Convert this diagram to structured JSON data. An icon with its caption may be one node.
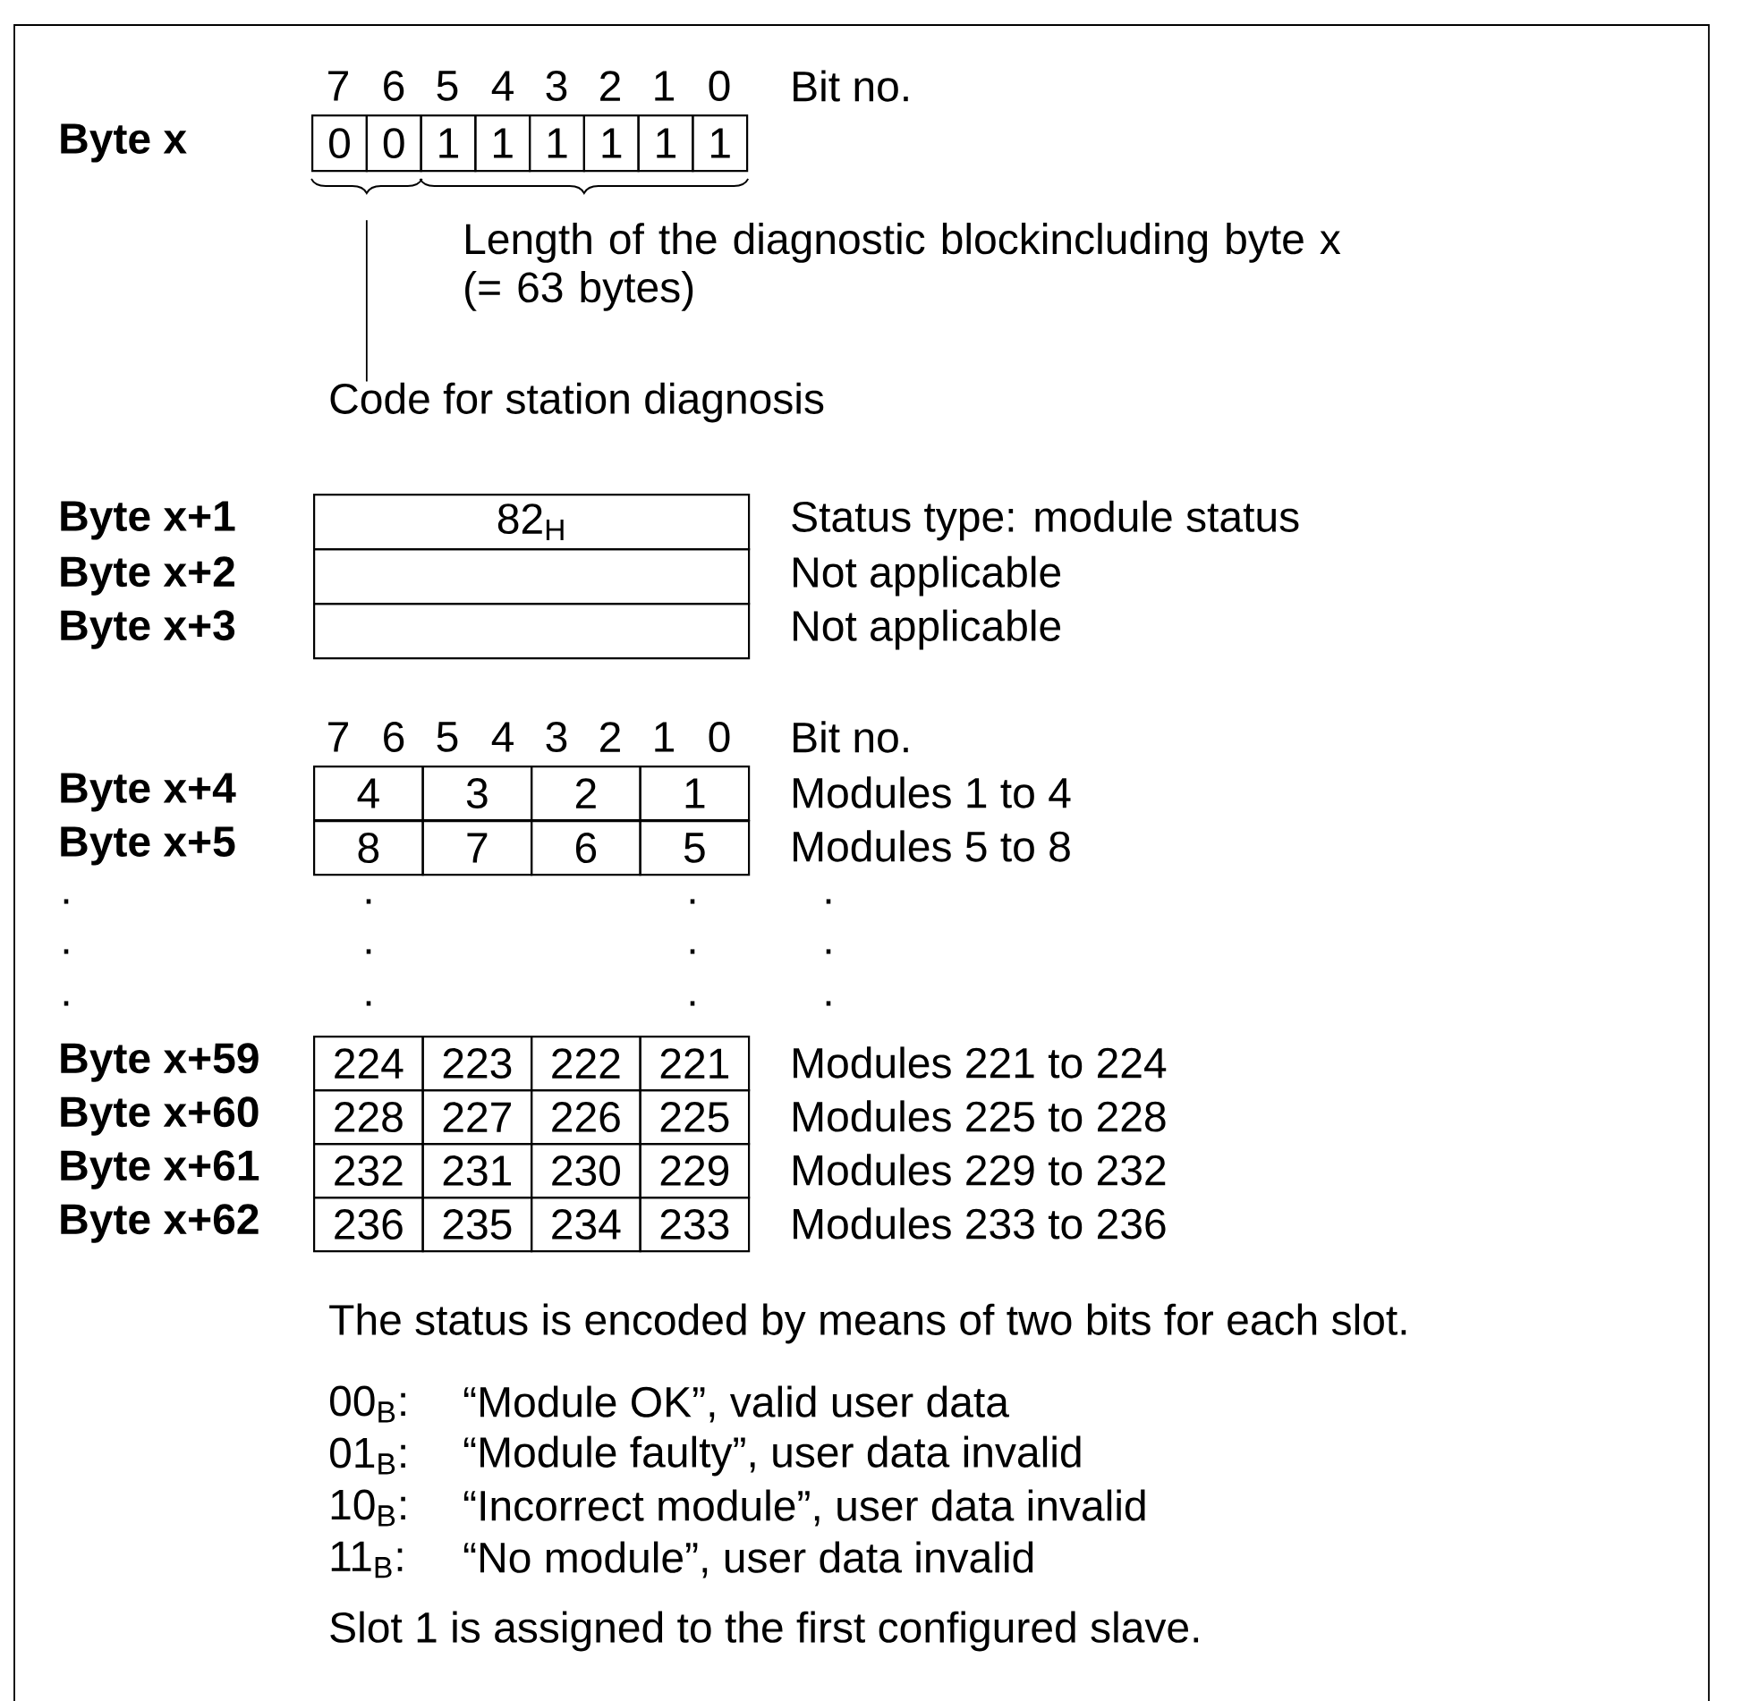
{
  "diagram": {
    "nodes": [
      {
        "text": [
          "0"
        ]
      },
      {
        "text": [
          "0"
        ]
      },
      {
        "text": [
          "1"
        ]
      },
      {
        "text": [
          "1"
        ]
      },
      {
        "text": [
          "1"
        ]
      },
      {
        "text": [
          "1"
        ]
      },
      {
        "text": [
          "1"
        ]
      },
      {
        "text": [
          "1"
        ]
      },
      {
        "text": [
          "Code for station diagnosis"
        ]
      },
      {
        "text": [
          "82$_{H}$"
        ]
      },
      {
        "text": [],
        "shape": "box"
      },
      {
        "text": [],
        "shape": "box"
      },
      {
        "text": [
          "4"
        ]
      },
      {
        "text": [
          "3"
        ]
      },
      {
        "text": [
          "2"
        ]
      },
      {
        "text": [
          "1"
        ]
      },
      {
        "text": [
          "8"
        ]
      },
      {
        "text": [
          "7"
        ]
      },
      {
        "text": [
          "6"
        ]
      },
      {
        "text": [
          "5"
        ]
      },
      {
        "text": [
          "224"
        ]
      },
      {
        "text": [
          "223"
        ]
      },
      {
        "text": [
          "222"
        ]
      },
      {
        "text": [
          "221"
        ]
      },
      {
        "text": [
          "228"
        ]
      },
      {
        "text": [
          "227"
        ]
      },
      {
        "text": [
          "226"
        ]
      },
      {
        "text": [
          "225"
        ]
      },
      {
        "text": [
          "232"
        ]
      },
      {
        "text": [
          "231"
        ]
      },
      {
        "text": [
          "230"
        ]
      },
      {
        "text": [
          "229"
        ]
      },
      {
        "text": [
          "236"
        ]
      },
      {
        "text": [
          "235"
        ]
      },
      {
        "text": [
          "234"
        ]
      },
      {
        "text": [
          "233"
        ]
      },
      {
        "text": [],
        "shape": "brace"
      },
      {
        "text": [],
        "shape": "brace"
      }
    ],
    "edges": [
      {
        "from": 8,
        "to": 36,
        "arrow": "none"
      }
    ],
    "labels": [
      "7",
      "6",
      "5",
      "4",
      "3",
      "2",
      "1",
      "0",
      "Bit no.",
      "Byte x",
      "Length of the diagnostic blockincluding byte x (= 63 bytes)",
      "Byte x+1",
      "Status type: module status",
      "Byte x+2",
      "Not applicable",
      "Byte x+3",
      "Not applicable",
      "7",
      "6",
      "5",
      "4",
      "3",
      "2",
      "1",
      "0",
      "Bit no.",
      "Byte x+4",
      "Modules 1 to 4",
      "Byte x+5",
      "Modules 5 to 8",
      ".",
      ".",
      ".",
      ".",
      ".",
      ".",
      ".",
      ".",
      ".",
      ".",
      ".",
      ".",
      "Byte x+59",
      "Modules 221 to 224",
      "Byte x+60",
      "Modules 225 to 228",
      "Byte x+61",
      "Modules 229 to 232",
      "Byte x+62",
      "Modules 233 to 236",
      "The status is encoded by means of two bits for each slot.",
      "00$_{B}$:",
      "“Module OK”, valid user data",
      "01$_{B}$:",
      "“Module faulty”, user data invalid",
      "10$_{B}$:",
      "“Incorrect module”, user data invalid",
      "11$_{B}$:",
      "“No module”, user data invalid",
      "Slot 1 is assigned to the first configured slave."
    ]
  }
}
